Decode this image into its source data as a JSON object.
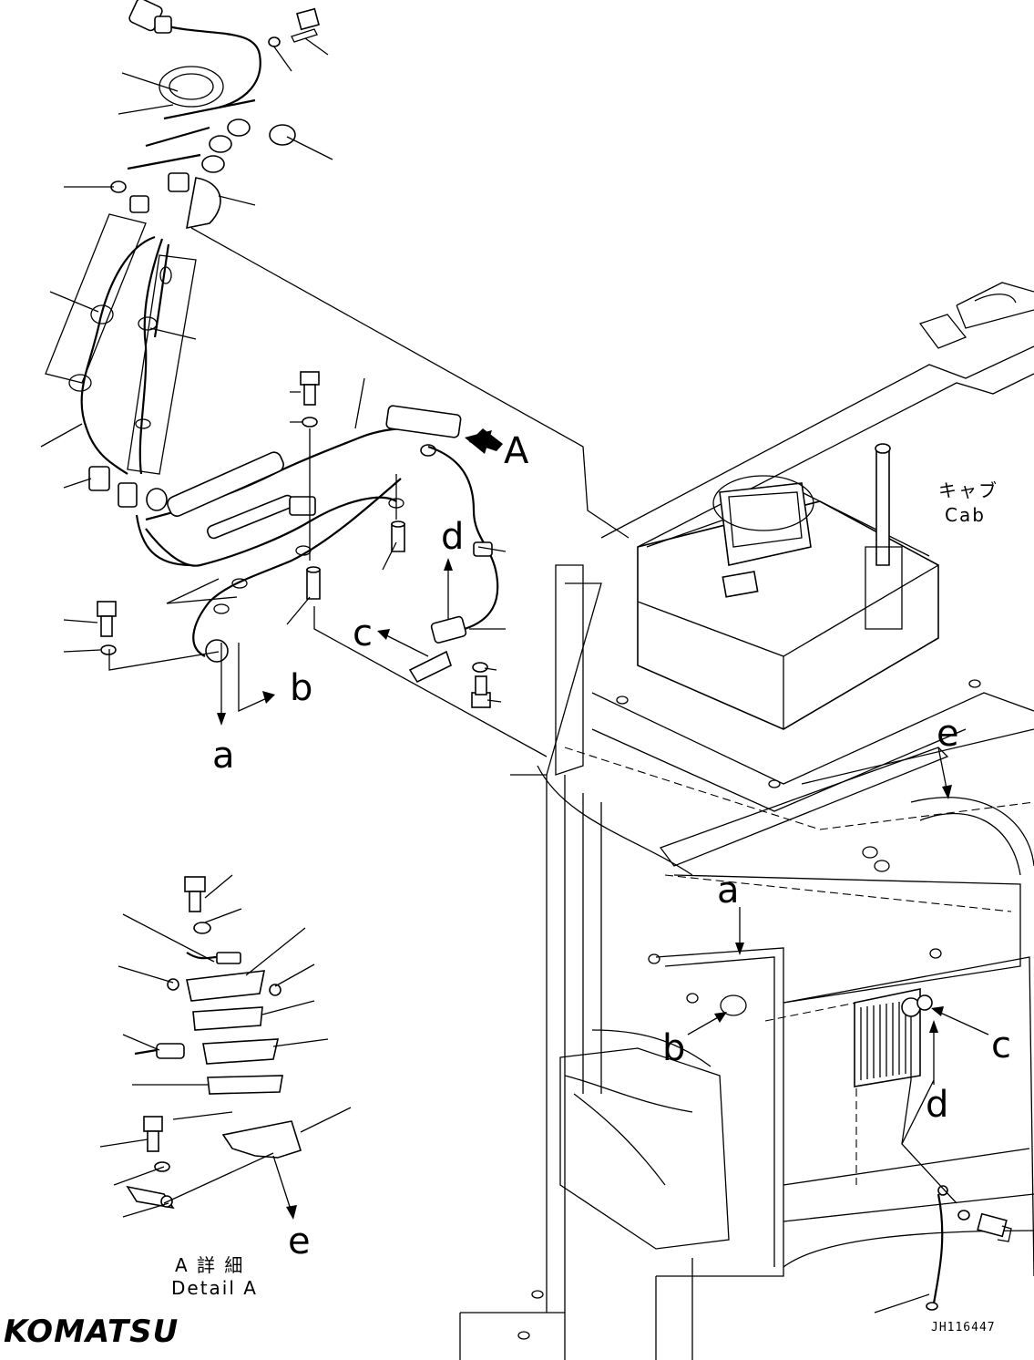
{
  "labels": {
    "a_top": "a",
    "b_top": "b",
    "c_top": "c",
    "d_top": "d",
    "e_right": "e",
    "a_right": "a",
    "b_right": "b",
    "c_right": "c",
    "d_right": "d",
    "e_detail": "e",
    "view_A": "A"
  },
  "cab_label": {
    "jp": "キャブ",
    "en": "Cab"
  },
  "detail_label": {
    "jp": "A 詳 細",
    "en": "Detail A"
  },
  "brand": "KOMATSU",
  "document_id": "JH116447"
}
